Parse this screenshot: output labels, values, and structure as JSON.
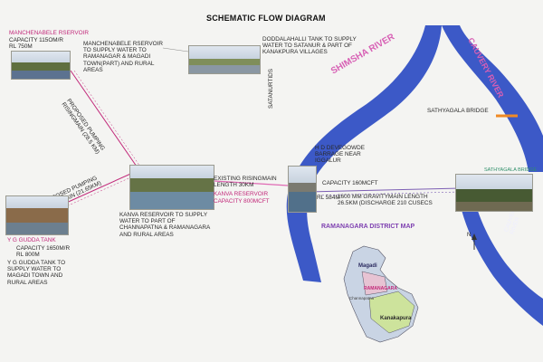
{
  "diagram": {
    "title": "SCHEMATIC FLOW DIAGRAM",
    "rivers": {
      "shimsha": "SHIMSHA RIVER",
      "cauvery_top": "CAUVERY RIVER",
      "cauvery_lower": "CAUVERY RIVER"
    },
    "manchenabele": {
      "name": "MANCHENABELE RSERVOIR",
      "capacity": "CAPACITY 115OM/R\nRL 750M",
      "description": "MANCHENABELE RSERVOIR\nTO SUPPLY WATER TO\nRAMANAGAR & MAGADI\nTOWN(PART) AND RURAL\nAREAS"
    },
    "pumping_1": "PROPOSED PUMPING\nRISINGMAIN (28.5 KM)",
    "pumping_2": "PROPOSED PUMPING\nRISINGMAIN (21.65KM)",
    "yg_gudda": {
      "name": "Y G GUDDA TANK",
      "capacity": "CAPACITY 1650M/R\nRL 800M",
      "description": "Y G GUDDA TANK TO\nSUPPLY WATER TO\nMAGADI TOWN AND\nRURAL AREAS"
    },
    "doddalahalli": "DODDALAHALLI TANK TO SUPPLY\nWATER TO SATANUR & PART OF\nKANAKPURA VILLAGES",
    "satanur_label": "SATANURTIDS",
    "kanva": {
      "name": "KANVA RESERVOIR",
      "capacity": "CAPACITY 800MCft",
      "existing": "EXISTING RISINGMAIN\nLENGTH 30KM",
      "description": "KANVA RESERVOIR TO SUPPLY\nWATER TO PART OF\nCHANNAPATNA & RAMANAGARA\nAND RURAL AREAS"
    },
    "barrage": "H D DEVEGOWDE\nBARRAGE NEAR\nIGGALUR",
    "barrage_capacity": "CAPACITY 160MCft",
    "barrage_rl": "RL 584M",
    "gravitymain": "1600 MM GRAVITYMAIN LENGTH\n26.5KM (DISCHARGE 210 CUSECS",
    "sathyagala": "SATHYAGALA  BRIDGE",
    "sathyagala_photo_label": "SATHYAGALA BRIDGE",
    "district_map": {
      "title": "RAMANAGARA DISTRICT MAP",
      "magadi": "Magadi",
      "ramanagara": "RAMANAGARA",
      "channapatna": "Channapatna",
      "kanakapura": "Kanakapura",
      "north": "N"
    }
  }
}
